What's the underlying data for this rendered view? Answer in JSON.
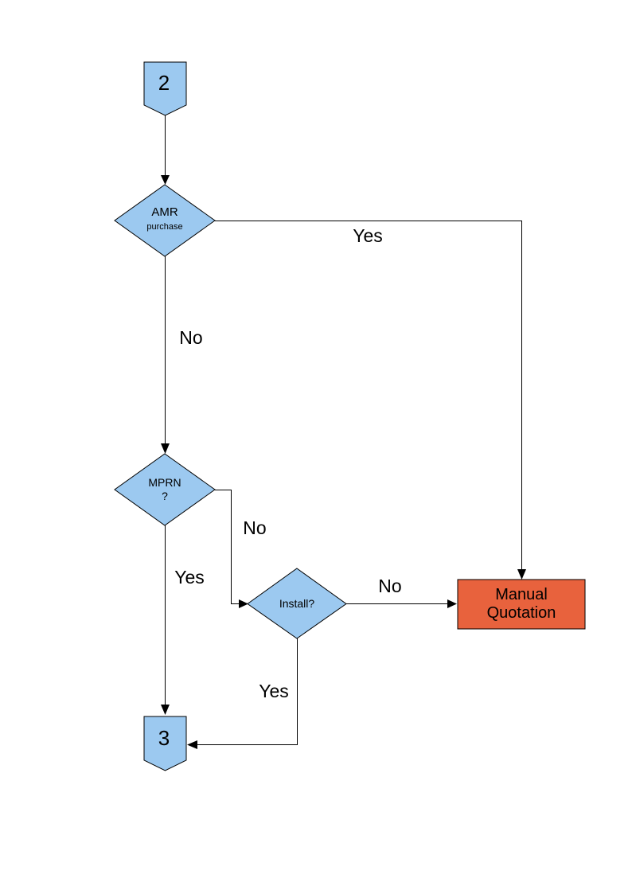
{
  "diagram": {
    "background": "#FFFFFF"
  },
  "colors": {
    "shape_fill": "#9CC9F0",
    "shape_stroke": "#000000",
    "alert_fill": "#E8623D",
    "line": "#000000"
  },
  "nodes": {
    "connector_2": {
      "label": "2"
    },
    "amr_purchase": {
      "line1": "AMR",
      "line2": "purchase"
    },
    "mprn": {
      "line1": "MPRN",
      "line2": "?"
    },
    "install": {
      "label": "Install?"
    },
    "manual_quotation": {
      "line1": "Manual",
      "line2": "Quotation"
    },
    "connector_3": {
      "label": "3"
    }
  },
  "edges": {
    "amr_yes": {
      "label": "Yes"
    },
    "amr_no": {
      "label": "No"
    },
    "mprn_no": {
      "label": "No"
    },
    "mprn_yes": {
      "label": "Yes"
    },
    "install_no": {
      "label": "No"
    },
    "install_yes": {
      "label": "Yes"
    }
  }
}
